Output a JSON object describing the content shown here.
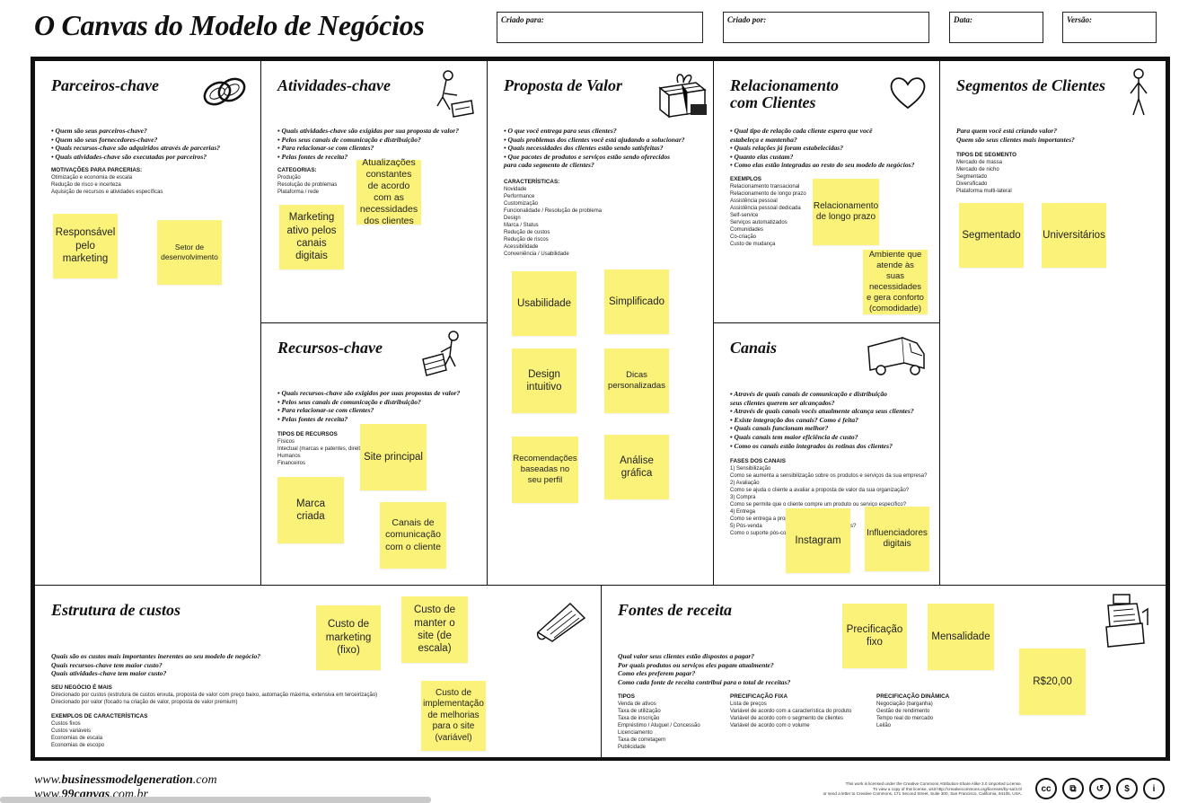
{
  "header": {
    "title": "O Canvas do Modelo de Negócios",
    "criado_para": "Criado para:",
    "criado_por": "Criado por:",
    "data": "Data:",
    "versao": "Versão:"
  },
  "parceiros": {
    "title": "Parceiros-chave",
    "questions": [
      "• Quem são seus parceiros-chave?",
      "• Quem são seus fornecedores-chave?",
      "• Quais recursos-chave são adquiridos através de parcerias?",
      "• Quais atividades-chave são executadas por parceiros?"
    ],
    "section_title": "MOTIVAÇÕES PARA PARCERIAS:",
    "section_items": [
      "Otimização e economia de escala",
      "Redução de risco e incerteza",
      "Aquisição de recursos e atividades específicas"
    ],
    "notes": [
      "Responsável pelo marketing",
      "Setor de desenvolvimento"
    ]
  },
  "atividades": {
    "title": "Atividades-chave",
    "questions": [
      "• Quais atividades-chave são exigidas por sua proposta de valor?",
      "• Pelos seus canais de comunicação e distribuição?",
      "• Para relacionar-se com clientes?",
      "• Pelas fontes de receita?"
    ],
    "section_title": "CATEGORIAS:",
    "section_items": [
      "Produção",
      "Resolução de problemas",
      "Plataforma / rede"
    ],
    "notes": [
      "Atualizações constantes de acordo com as necessidades dos clientes",
      "Marketing ativo pelos canais digitais"
    ]
  },
  "recursos": {
    "title": "Recursos-chave",
    "questions": [
      "• Quais recursos-chave são exigidos por suas propostas de valor?",
      "• Pelos seus canais de comunicação e distribuição?",
      "• Para relacionar-se com clientes?",
      "• Pelas fontes de receita?"
    ],
    "section_title": "TIPOS DE RECURSOS",
    "section_items": [
      "Físicos",
      "Intectual (marcas e patentes, direit",
      "Humanos",
      "Financeiros"
    ],
    "notes": [
      "Site principal",
      "Marca criada",
      "Canais de comunicação com o cliente"
    ]
  },
  "proposta": {
    "title": "Proposta de Valor",
    "questions": [
      "• O que você entrega para seus clientes?",
      "• Quais problemas dos clientes você está ajudando a solucionar?",
      "• Quais necessidades dos clientes estão sendo satisfeitas?",
      "• Que pacotes de produtos e serviços estão sendo oferecidos",
      "para cada segmento de clientes?"
    ],
    "section_title": "CARACTERÍSTICAS:",
    "section_items": [
      "Novidade",
      "Performance",
      "Customização",
      "Funcionalidade / Resolução de problema",
      "Design",
      "Marca / Status",
      "Redução de custos",
      "Redução de riscos",
      "Acessibilidade",
      "Conveniência / Usabilidade"
    ],
    "notes": [
      "Usabilidade",
      "Simplificado",
      "Design intuitivo",
      "Dicas personalizadas",
      "Recomendações baseadas no seu perfil",
      "Análise gráfica"
    ]
  },
  "relacionamento": {
    "title_line1": "Relacionamento",
    "title_line2": "com Clientes",
    "questions": [
      "• Qual tipo de relação cada cliente espera que você",
      "estabeleça e mantenha?",
      "• Quais relações já foram estabelecidas?",
      "• Quanto elas custam?",
      "• Como elas estão integradas ao resto do seu modelo de negócios?"
    ],
    "section_title": "EXEMPLOS",
    "section_items": [
      "Relacionamento transacional",
      "Relacionamento de longo prazo",
      "Assistência pessoal",
      "Assistência pessoal dedicada",
      "Self-service",
      "Serviços automatizados",
      "Comunidades",
      "Co-criação",
      "Custo de mudança"
    ],
    "notes": [
      "Relacionamento de longo prazo",
      "Ambiente que atende às suas necessidades e gera conforto (comodidade)"
    ]
  },
  "canais": {
    "title": "Canais",
    "questions": [
      "• Através de quais canais de comunicação e distribuição",
      "seus clientes querem ser alcançados?",
      "• Através de quais canais vocês atualmente alcança seus clientes?",
      "• Existe integração dos canais? Como é feita?",
      "• Quais canais funcionam melhor?",
      "• Quais canais tem maior eficiência de custo?",
      "• Como os canais estão integrados às rotinas dos clientes?"
    ],
    "section_title": "FASES DOS CANAIS",
    "section_items": [
      "1) Sensibilização",
      "Como se aumenta a sensibilização sobre os produtos e serviços da sua empresa?",
      "2) Avaliação",
      "Como se ajuda o cliente a avaliar a proposta de valor da sua organização?",
      "3) Compra",
      "Como se permite que o cliente compre um produto ou serviço específico?",
      "4) Entrega",
      "Como se entrega a propo",
      "5) Pós-venda",
      "Como o suporte pós-con"
    ],
    "cut_text": "s?",
    "notes": [
      "Instagram",
      "Influenciadores digitais"
    ]
  },
  "segmentos": {
    "title": "Segmentos de Clientes",
    "questions": [
      "Para quem você está criando valor?",
      "Quem são seus clientes mais importantes?"
    ],
    "section_title": "TIPOS DE SEGMENTO",
    "section_items": [
      "Mercado de massa",
      "Mercado de nicho",
      "Segmentado",
      "Diversificado",
      "Plataforma multi-lateral"
    ],
    "notes": [
      "Segmentado",
      "Universitários"
    ]
  },
  "custos": {
    "title": "Estrutura de custos",
    "questions": [
      "Quais são os custos mais importantes inerentes ao seu modelo de negócio?",
      "Quais recursos-chave tem maior custo?",
      "Quais atividades-chave tem maior custo?"
    ],
    "section_title": "SEU NEGÓCIO É MAIS",
    "section_items": [
      "Direcionado por custos (estrutura de custos enxuta, proposta de valor com preço baixo, automação máxima, extensiva em terceirização)",
      "Direcionado por valor (focado na criação de valor, proposta de valor premium)"
    ],
    "section2_title": "EXEMPLOS DE CARACTERÍSTICAS",
    "section2_items": [
      "Custos fixos",
      "Custos variáveis",
      "Economias de escala",
      "Economias de escopo"
    ],
    "notes": [
      "Custo de marketing (fixo)",
      "Custo de manter o site (de escala)",
      "Custo de implementação de melhorias para o site (variável)"
    ]
  },
  "receita": {
    "title": "Fontes de receita",
    "questions": [
      "Qual valor seus clientes estão dispostos a pagar?",
      "Por quais produtos ou serviços eles pagam atualmente?",
      "Como eles preferem pagar?",
      "Como cada fonte de receita contribui para o total de receitas?"
    ],
    "col1_title": "TIPOS",
    "col1_items": [
      "Venda de ativos",
      "Taxa de utilização",
      "Taxa de inscrição",
      "Empréstimo / Aluguel / Concessão",
      "Licenciamento",
      "Taxa de corretagem",
      "Publicidade"
    ],
    "col2_title": "PRECIFICAÇÃO FIXA",
    "col2_items": [
      "Lista de preços",
      "Variável de acordo com a característica do produto",
      "Variável de acordo com o segmento de clientes",
      "Variável de acordo com o volume"
    ],
    "col3_title": "PRECIFICAÇÃO DINÂMICA",
    "col3_items": [
      "Negociação (barganha)",
      "Gestão de rendimento",
      "Tempo real do mercado",
      "Leilão"
    ],
    "notes": [
      "Precificação fixo",
      "Mensalidade",
      "R$20,00"
    ]
  },
  "footer": {
    "site1_pre": "www.",
    "site1_bold": "businessmodelgeneration",
    "site1_post": ".com",
    "site2_pre": "www.",
    "site2_bold": "99canvas",
    "site2_post": ".com.br",
    "license_lines": [
      "This work is licensed under the Creative Commons Attribution-Share Alike 3.0 Unported License.",
      "To view a copy of this license, visit http://creativecommons.org/licenses/by-sa/3.0/",
      "or send a letter to Creative Commons, 171 Second Street, Suite 300, San Francisco, California, 94105, USA."
    ],
    "cc_icons": [
      "cc-icon",
      "copy-icon",
      "share-alike-icon",
      "non-commercial-icon",
      "attribution-icon"
    ]
  },
  "colors": {
    "note": "#fbf27a",
    "border": "#111111"
  }
}
